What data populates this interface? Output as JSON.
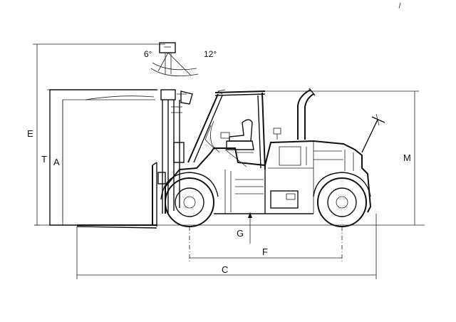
{
  "labels": {
    "e": "E",
    "t": "T",
    "a": "A",
    "m": "M",
    "g": "G",
    "f": "F",
    "c": "C"
  },
  "angles": {
    "forward_tilt": "6°",
    "backward_tilt": "12°"
  }
}
